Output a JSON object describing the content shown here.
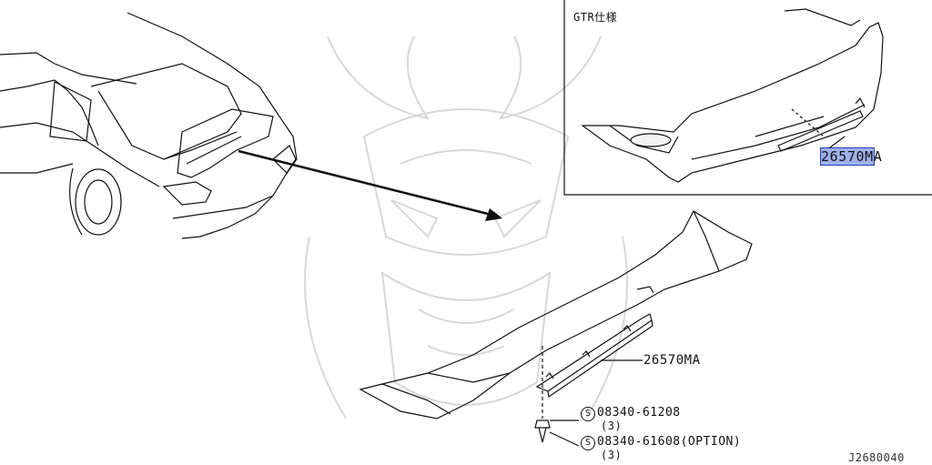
{
  "diagram": {
    "inset_title": "GTR仕様",
    "inset_part": {
      "number_highlighted": "26570M",
      "number_suffix": "A"
    },
    "main_part": {
      "number": "26570MA"
    },
    "fasteners": [
      {
        "symbol": "S",
        "number": "08340-61208",
        "qty": "(3)"
      },
      {
        "symbol": "S",
        "number": "08340-61608(OPTION)",
        "qty": "(3)"
      }
    ],
    "diagram_id": "J2680040"
  },
  "colors": {
    "highlight_fill": "#9fb0ec",
    "highlight_border": "#1f3fb7",
    "line": "#111111",
    "watermark": "#d8d8d8"
  }
}
